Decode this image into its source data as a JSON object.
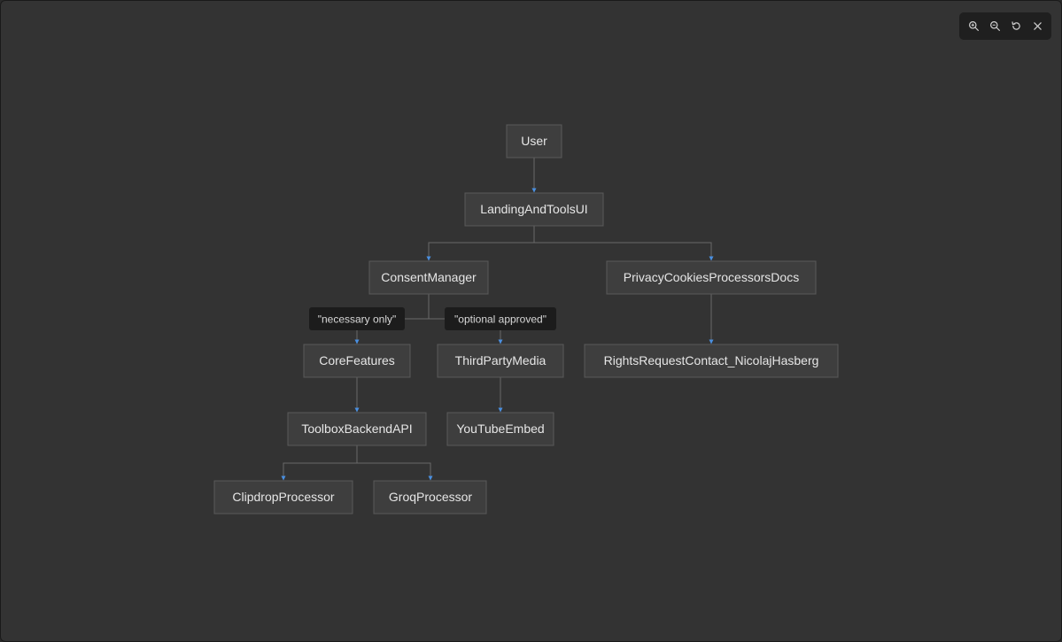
{
  "toolbar": {
    "zoom_in": "zoom-in-icon",
    "zoom_out": "zoom-out-icon",
    "reset": "reset-icon",
    "close": "close-icon"
  },
  "colors": {
    "background": "#333333",
    "node_fill": "#3e3e3e",
    "node_border": "#5a5a5a",
    "edge": "#6a6a6a",
    "arrow": "#4a90e2",
    "label_bg": "#1c1c1c"
  },
  "diagram": {
    "nodes": [
      {
        "id": "user",
        "label": "User"
      },
      {
        "id": "landing",
        "label": "LandingAndToolsUI"
      },
      {
        "id": "consent",
        "label": "ConsentManager"
      },
      {
        "id": "privacy",
        "label": "PrivacyCookiesProcessorsDocs"
      },
      {
        "id": "core",
        "label": "CoreFeatures"
      },
      {
        "id": "thirdparty",
        "label": "ThirdPartyMedia"
      },
      {
        "id": "rights",
        "label": "RightsRequestContact_NicolajHasberg"
      },
      {
        "id": "toolbox",
        "label": "ToolboxBackendAPI"
      },
      {
        "id": "youtube",
        "label": "YouTubeEmbed"
      },
      {
        "id": "clipdrop",
        "label": "ClipdropProcessor"
      },
      {
        "id": "groq",
        "label": "GroqProcessor"
      }
    ],
    "edges": [
      {
        "from": "user",
        "to": "landing",
        "label": ""
      },
      {
        "from": "landing",
        "to": "consent",
        "label": ""
      },
      {
        "from": "landing",
        "to": "privacy",
        "label": ""
      },
      {
        "from": "consent",
        "to": "core",
        "label": "\"necessary only\""
      },
      {
        "from": "consent",
        "to": "thirdparty",
        "label": "\"optional approved\""
      },
      {
        "from": "privacy",
        "to": "rights",
        "label": ""
      },
      {
        "from": "core",
        "to": "toolbox",
        "label": ""
      },
      {
        "from": "thirdparty",
        "to": "youtube",
        "label": ""
      },
      {
        "from": "toolbox",
        "to": "clipdrop",
        "label": ""
      },
      {
        "from": "toolbox",
        "to": "groq",
        "label": ""
      }
    ]
  }
}
